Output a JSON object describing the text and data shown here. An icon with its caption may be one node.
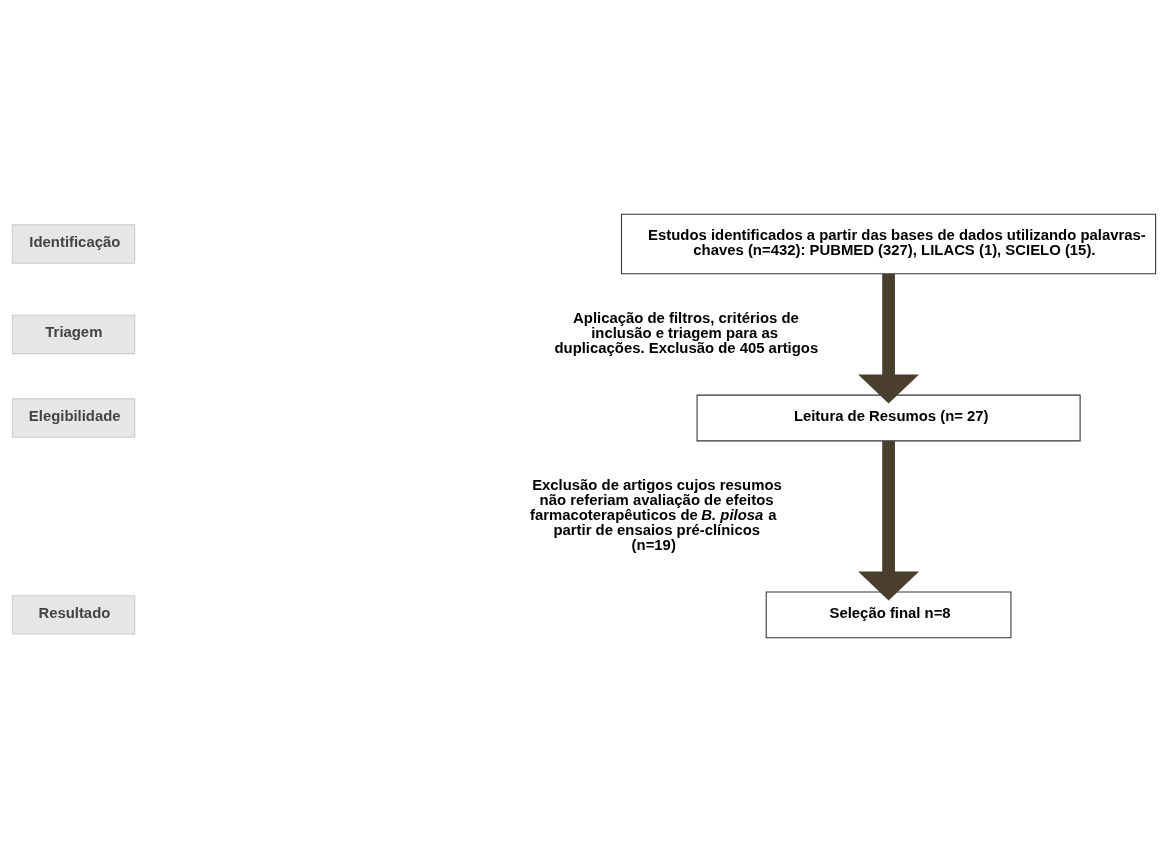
{
  "diagram": {
    "nodes": [
      {
        "text": [
          "Identificação"
        ]
      },
      {
        "text": [
          "Triagem"
        ]
      },
      {
        "text": [
          "Elegibilidade"
        ]
      },
      {
        "text": [
          "Resultado"
        ]
      },
      {
        "text": [
          "Estudos identificados a partir das bases de dados utilizando palavras-chaves (n=432): PUBMED (327), LILACS (1), SCIELO (15)."
        ]
      },
      {
        "text": [
          "Leitura de Resumos (n= 27)"
        ]
      },
      {
        "text": [
          "Seleção final n=8"
        ]
      }
    ],
    "edges": [
      {
        "from": 4,
        "to": 5,
        "arrow": "to"
      },
      {
        "from": 5,
        "to": 6,
        "arrow": "to"
      }
    ],
    "labels": [
      "Aplicação de filtros, critérios de inclusão e triagem para as duplicações. Exclusão de 405 artigos",
      "Exclusão de artigos cujos resumos não referiam avaliação de efeitos farmacoterapêuticos de *B. pilosa* a partir de ensaios pré-clínicos (n=19)"
    ]
  }
}
